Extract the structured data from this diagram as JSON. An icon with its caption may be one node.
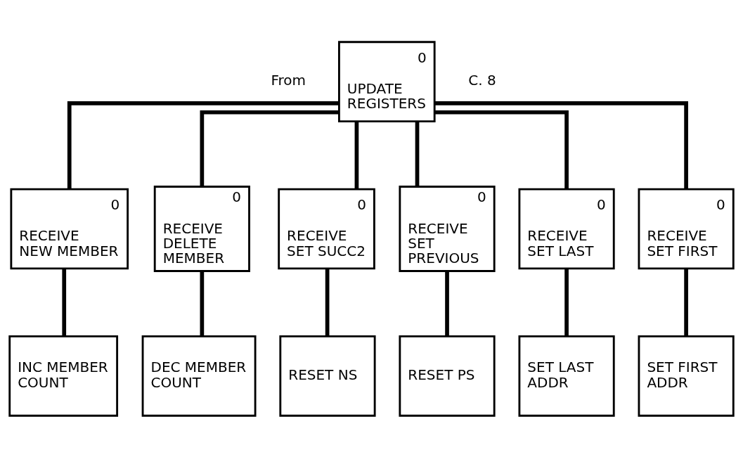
{
  "diagram": {
    "nodes": [
      {
        "text": [
          "0",
          "UPDATE REGISTERS"
        ]
      },
      {
        "text": [
          "0",
          "RECEIVE NEW MEMBER"
        ]
      },
      {
        "text": [
          "0",
          "RECEIVE DELETE MEMBER"
        ]
      },
      {
        "text": [
          "0",
          "RECEIVE SET SUCC2"
        ]
      },
      {
        "text": [
          "0",
          "RECEIVE SET PREVIOUS"
        ]
      },
      {
        "text": [
          "0",
          "RECEIVE SET LAST"
        ]
      },
      {
        "text": [
          "0",
          "RECEIVE SET FIRST"
        ]
      },
      {
        "text": [
          "INC MEMBER COUNT"
        ]
      },
      {
        "text": [
          "DEC MEMBER COUNT"
        ]
      },
      {
        "text": [
          "RESET NS"
        ]
      },
      {
        "text": [
          "RESET PS"
        ]
      },
      {
        "text": [
          "SET LAST ADDR"
        ]
      },
      {
        "text": [
          "SET FIRST ADDR"
        ]
      }
    ],
    "edges": [
      {
        "from": 0,
        "to": 1,
        "arrow": "none"
      },
      {
        "from": 0,
        "to": 2,
        "arrow": "none"
      },
      {
        "from": 0,
        "to": 3,
        "arrow": "none"
      },
      {
        "from": 0,
        "to": 4,
        "arrow": "none"
      },
      {
        "from": 0,
        "to": 5,
        "arrow": "none"
      },
      {
        "from": 0,
        "to": 6,
        "arrow": "none"
      },
      {
        "from": 1,
        "to": 7,
        "arrow": "none"
      },
      {
        "from": 2,
        "to": 8,
        "arrow": "none"
      },
      {
        "from": 3,
        "to": 9,
        "arrow": "none"
      },
      {
        "from": 4,
        "to": 10,
        "arrow": "none"
      },
      {
        "from": 5,
        "to": 11,
        "arrow": "none"
      },
      {
        "from": 6,
        "to": 12,
        "arrow": "none"
      }
    ],
    "labels": [
      "From",
      "C. 8"
    ]
  }
}
